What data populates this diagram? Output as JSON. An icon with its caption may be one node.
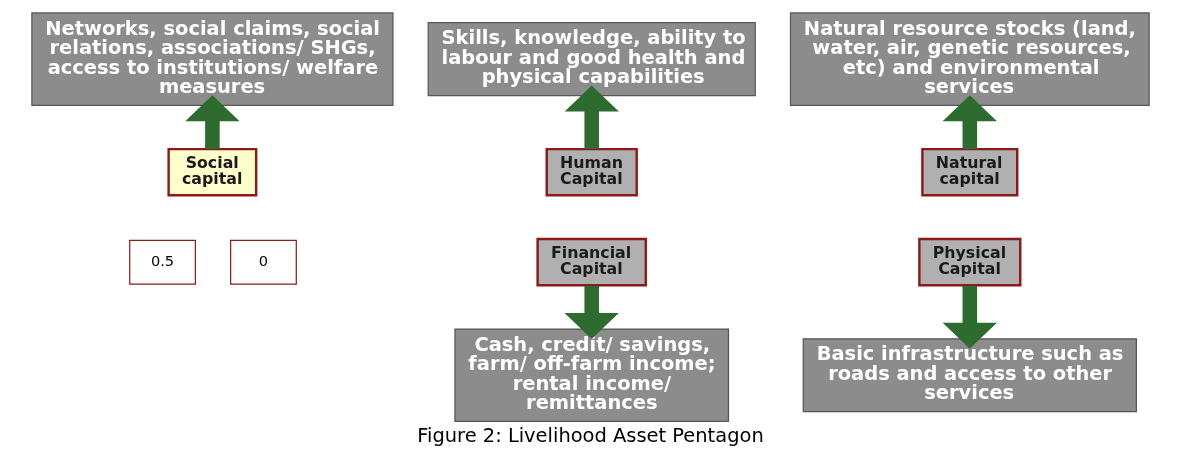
{
  "diagram": {
    "caption": "Figure 2: Livelihood Asset Pentagon",
    "nodes": [
      {
        "text": [
          "Networks, social claims, social relations, associations/ SHGs, access to institutions/ welfare measures"
        ]
      },
      {
        "text": [
          "Skills, knowledge, ability to labour and good health and physical capabilities"
        ]
      },
      {
        "text": [
          "Natural resource stocks (land, water, air, genetic resources, etc) and environmental services"
        ]
      },
      {
        "text": [
          "Social capital"
        ]
      },
      {
        "text": [
          "Human Capital"
        ]
      },
      {
        "text": [
          "Natural capital"
        ]
      },
      {
        "text": [
          "Cash, credit/ savings, farm/ off-farm income; rental income/ remittances"
        ]
      },
      {
        "text": [
          "Financial Capital"
        ]
      },
      {
        "text": [
          "Physical Capital"
        ]
      },
      {
        "text": [
          "Basic infrastructure such as roads and access to other services"
        ]
      }
    ],
    "edges": [
      {
        "from": 3,
        "to": 0,
        "arrow": "to"
      },
      {
        "from": 4,
        "to": 1,
        "arrow": "to"
      },
      {
        "from": 5,
        "to": 2,
        "arrow": "to"
      },
      {
        "from": 7,
        "to": 6,
        "arrow": "to"
      },
      {
        "from": 8,
        "to": 9,
        "arrow": "to"
      }
    ],
    "labels": [
      "0.5",
      "0"
    ]
  }
}
